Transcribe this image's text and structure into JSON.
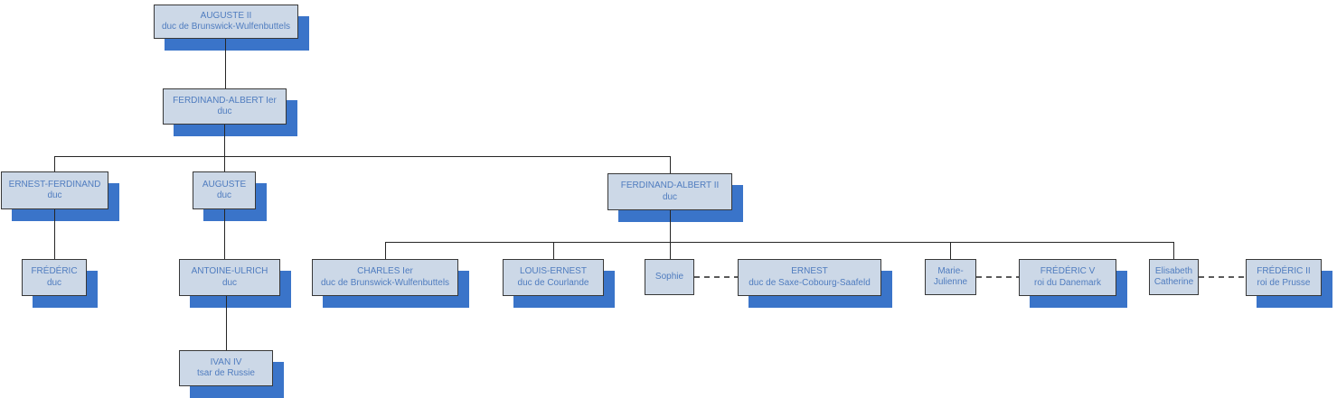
{
  "colors": {
    "box_fill": "#ccd8e7",
    "box_border": "#383838",
    "shadow": "#3a74c9",
    "text": "#4f7cbf",
    "line": "#262626",
    "dash": "#5a5a5a"
  },
  "nodes": {
    "auguste2": {
      "line1": "AUGUSTE II",
      "line2": "duc de Brunswick-Wulfenbuttels"
    },
    "ferdinand_albert_1": {
      "line1": "FERDINAND-ALBERT Ier",
      "line2": "duc"
    },
    "ernest_ferdinand": {
      "line1": "ERNEST-FERDINAND",
      "line2": "duc"
    },
    "auguste": {
      "line1": "AUGUSTE",
      "line2": "duc"
    },
    "ferdinand_albert_2": {
      "line1": "FERDINAND-ALBERT II",
      "line2": "duc"
    },
    "frederic": {
      "line1": "FRÉDÉRIC",
      "line2": "duc"
    },
    "antoine_ulrich": {
      "line1": "ANTOINE-ULRICH",
      "line2": "duc"
    },
    "charles_1": {
      "line1": "CHARLES Ier",
      "line2": "duc de Brunswick-Wulfenbuttels"
    },
    "louis_ernest": {
      "line1": "LOUIS-ERNEST",
      "line2": "duc de Courlande"
    },
    "sophie": {
      "line1": "Sophie",
      "line2": ""
    },
    "ernest": {
      "line1": "ERNEST",
      "line2": "duc de Saxe-Cobourg-Saafeld"
    },
    "marie_julienne": {
      "line1": "Marie-",
      "line2": "Julienne"
    },
    "frederic_5": {
      "line1": "FRÉDÉRIC V",
      "line2": "roi du Danemark"
    },
    "elisabeth_catherine": {
      "line1": "Elisabeth",
      "line2": "Catherine"
    },
    "frederic_2": {
      "line1": "FRÉDÉRIC II",
      "line2": "roi de Prusse"
    },
    "ivan_4": {
      "line1": "IVAN IV",
      "line2": "tsar de Russie"
    }
  }
}
